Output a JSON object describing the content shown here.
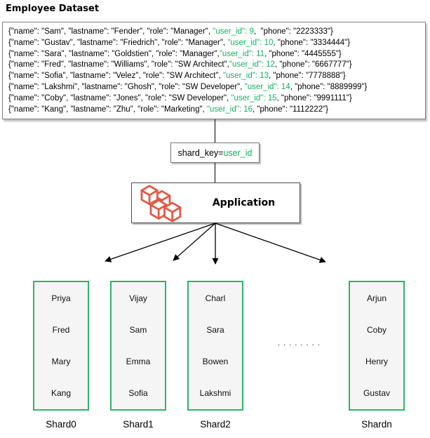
{
  "title": "Employee Dataset",
  "colors": {
    "green_text": "#14b061",
    "shard_border_green": "#2bb46e",
    "icon_red": "#e05a47"
  },
  "dataset": {
    "lines": [
      {
        "pre": "{\"name\": \"Sam\", \"lastname\": \"Fender\", \"role\": \"Manager\", ",
        "green": "\"user_id\": 9",
        "post": ",  \"phone\": \"2223333\"}"
      },
      {
        "pre": "{\"name\": \"Gustav\", \"lastname\": \"Friedrich\", \"role\": \"Manager\", ",
        "green": "\"user_id\": 10",
        "post": ", \"phone\": \"3334444\"}"
      },
      {
        "pre": "{\"name\": \"Sara\", \"lastname\": \"Goldstien\", \"role\": \"Manager\",",
        "green": "\"user_id\": 11",
        "post": ", \"phone\": \"4445555\"}"
      },
      {
        "pre": "{\"name\": \"Fred\", \"lastname\": \"Williams\", \"role\": \"SW Architect\",",
        "green": "\"user_id\": 12",
        "post": ", \"phone\": \"6667777\"}"
      },
      {
        "pre": "{\"name\": \"Sofia\", \"lastname\": \"Velez\", \"role\": \"SW Architect\", ",
        "green": "\"user_id\": 13",
        "post": ", \"phone\": \"7778888\"}"
      },
      {
        "pre": "{\"name\": \"Lakshmi\", \"lastname\": \"Ghosh\", \"role\": \"SW Developer\", ",
        "green": "\"user_id\": 14",
        "post": ", \"phone\": \"8889999\"}"
      },
      {
        "pre": "{\"name\": \"Coby\", \"lastname\": \"Jones\", \"role\": \"SW Developer\", ",
        "green": "\"user_id\": 15",
        "post": ", \"phone\": \"9991111\"}"
      },
      {
        "pre": "{\"name\": \"Kang\", \"lastname\": \"Zhu\", \"role\": \"Marketing\", ",
        "green": "\"user_id\": 16",
        "post": ", \"phone\": \"1112222\"}"
      }
    ],
    "records": [
      {
        "name": "Sam",
        "lastname": "Fender",
        "role": "Manager",
        "user_id": 9,
        "phone": "2223333"
      },
      {
        "name": "Gustav",
        "lastname": "Friedrich",
        "role": "Manager",
        "user_id": 10,
        "phone": "3334444"
      },
      {
        "name": "Sara",
        "lastname": "Goldstien",
        "role": "Manager",
        "user_id": 11,
        "phone": "4445555"
      },
      {
        "name": "Fred",
        "lastname": "Williams",
        "role": "SW Architect",
        "user_id": 12,
        "phone": "6667777"
      },
      {
        "name": "Sofia",
        "lastname": "Velez",
        "role": "SW Architect",
        "user_id": 13,
        "phone": "7778888"
      },
      {
        "name": "Lakshmi",
        "lastname": "Ghosh",
        "role": "SW Developer",
        "user_id": 14,
        "phone": "8889999"
      },
      {
        "name": "Coby",
        "lastname": "Jones",
        "role": "SW Developer",
        "user_id": 15,
        "phone": "9991111"
      },
      {
        "name": "Kang",
        "lastname": "Zhu",
        "role": "Marketing",
        "user_id": 16,
        "phone": "1112222"
      }
    ]
  },
  "shard_key_label": {
    "prefix": "shard_key=",
    "key": "user_id"
  },
  "application": {
    "label": "Application",
    "icon": "cubes-icon"
  },
  "shards": [
    {
      "label": "Shard0",
      "names": [
        "Priya",
        "Fred",
        "Mary",
        "Kang"
      ]
    },
    {
      "label": "Shard1",
      "names": [
        "Vijay",
        "Sam",
        "Emma",
        "Sofia"
      ]
    },
    {
      "label": "Shard2",
      "names": [
        "Charl",
        "Sara",
        "Bowen",
        "Lakshmi"
      ]
    },
    {
      "label": "Shardn",
      "names": [
        "Arjun",
        "Coby",
        "Henry",
        "Gustav"
      ]
    }
  ],
  "ellipsis": ". . . . . . . ."
}
